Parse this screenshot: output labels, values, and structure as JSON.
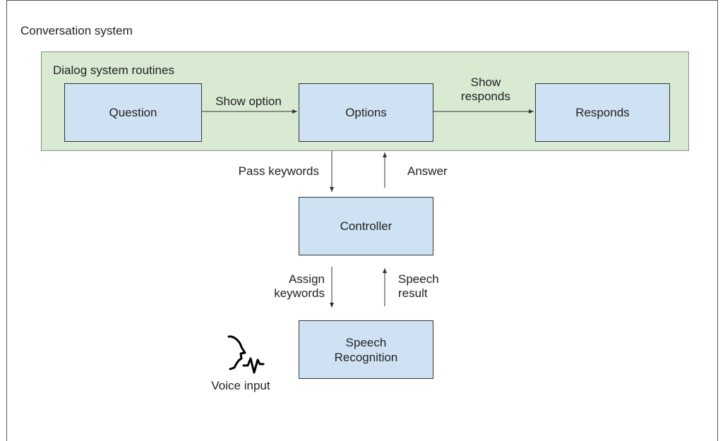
{
  "title": "Conversation system",
  "dialog_group": {
    "title": "Dialog system routines"
  },
  "nodes": {
    "question": "Question",
    "options": "Options",
    "responds": "Responds",
    "controller": "Controller",
    "speech_recognition": [
      "Speech",
      "Recognition"
    ]
  },
  "edges": {
    "show_option": "Show option",
    "show_responds": [
      "Show",
      "responds"
    ],
    "pass_keywords": "Pass keywords",
    "answer": "Answer",
    "assign_keywords": [
      "Assign",
      "keywords"
    ],
    "speech_result": [
      "Speech",
      "result"
    ]
  },
  "voice_input": {
    "label": "Voice input",
    "icon": "voice-input-icon"
  },
  "colors": {
    "dialog_group_fill": "#d9ead3",
    "node_fill": "#cfe2f3",
    "line": "#333333"
  }
}
